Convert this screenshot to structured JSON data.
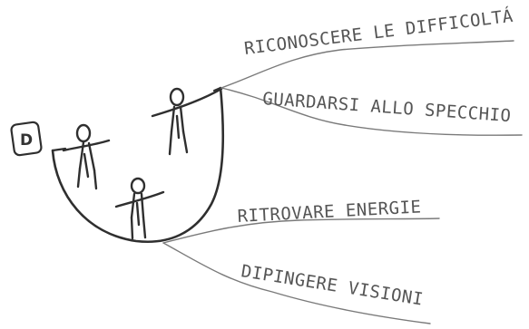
{
  "badge": {
    "letter": "D"
  },
  "branches": [
    {
      "label": "RICONOSCERE LE DIFFICOLTÁ"
    },
    {
      "label": "GUARDARSI ALLO SPECCHIO"
    },
    {
      "label": "RITROVARE ENERGIE"
    },
    {
      "label": "DIPINGERE VISIONI"
    }
  ]
}
